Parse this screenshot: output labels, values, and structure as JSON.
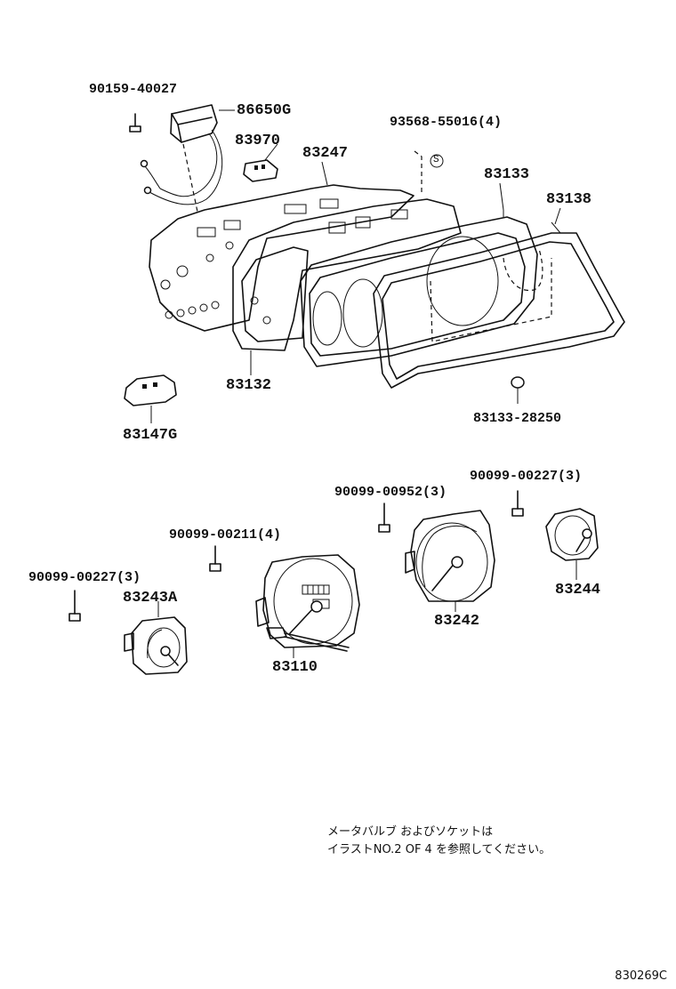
{
  "part_labels": {
    "p90159_40027": "90159-40027",
    "p86650g": "86650G",
    "p83970": "83970",
    "p83247": "83247",
    "p93568_55016": "93568-55016(4)",
    "p83133": "83133",
    "p83138": "83138",
    "p83132": "83132",
    "p83147g": "83147G",
    "p83133_28250": "83133-28250",
    "p90099_00952": "90099-00952(3)",
    "p90099_00227_right": "90099-00227(3)",
    "p90099_00211": "90099-00211(4)",
    "p90099_00227_left": "90099-00227(3)",
    "p83243a": "83243A",
    "p83244": "83244",
    "p83242": "83242",
    "p83110": "83110"
  },
  "circled_mark": "S",
  "note": {
    "line1": "メータバルブ およびソケットは",
    "line2": "イラストNO.2 OF 4 を参照してください。"
  },
  "figure_code": "830269C"
}
